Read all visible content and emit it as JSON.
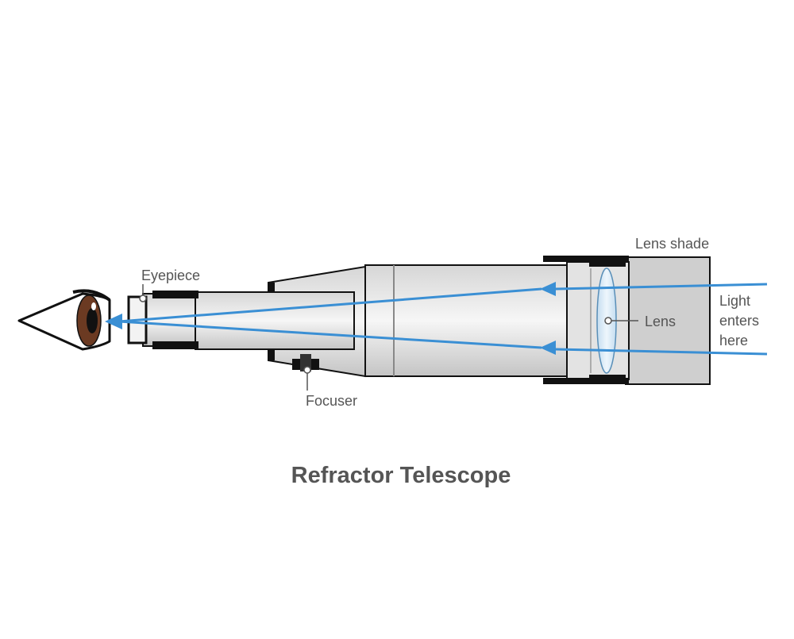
{
  "title": "Refractor Telescope",
  "labels": {
    "eyepiece": "Eyepiece",
    "focuser": "Focuser",
    "lens_shade": "Lens shade",
    "lens": "Lens",
    "light_line1": "Light",
    "light_line2": "enters",
    "light_line3": "here"
  },
  "colors": {
    "light_ray": "#3a8fd4",
    "outline": "#111111",
    "tube_light": "#f4f4f4",
    "tube_dark": "#c9c9c9",
    "lens_glass": "#d9ebf7",
    "iris": "#6b3a22",
    "label_text": "#555555"
  }
}
